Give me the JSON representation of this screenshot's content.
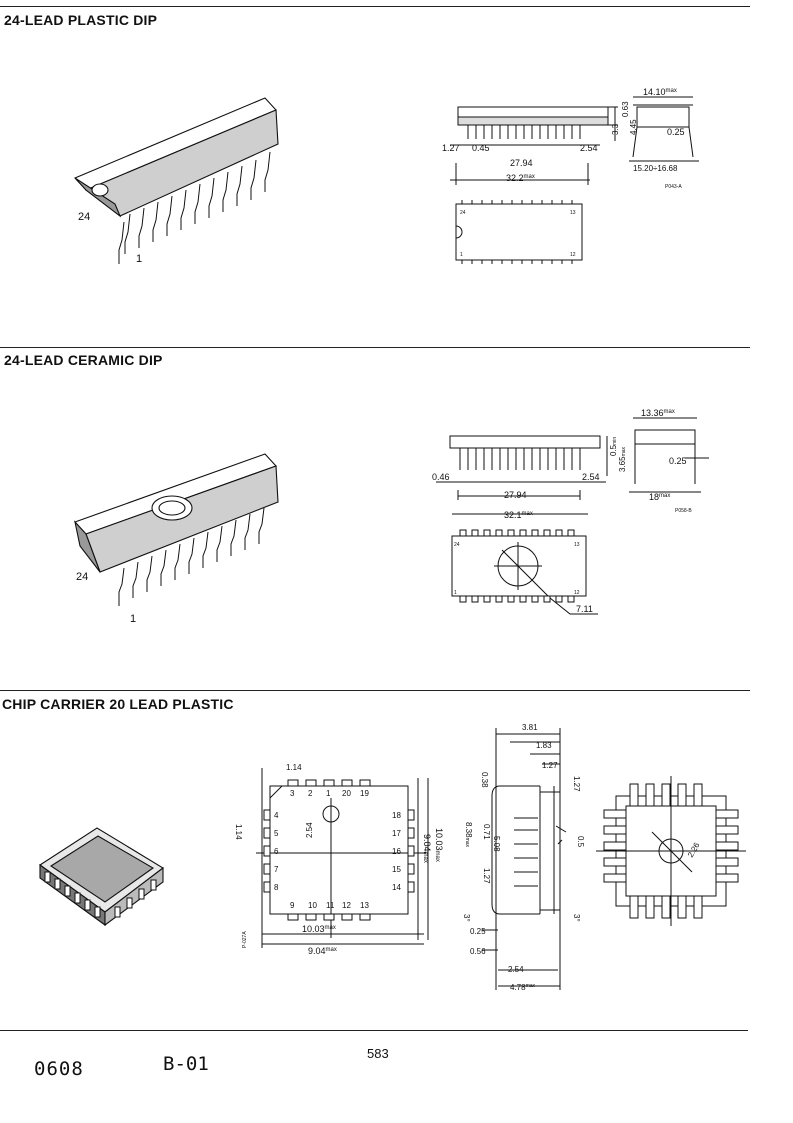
{
  "sections": [
    {
      "title": "24-LEAD PLASTIC DIP",
      "pin_labels": [
        "24",
        "1"
      ],
      "side_dims": {
        "d1": "1.27",
        "d2": "0.45",
        "d3": "27.94",
        "d4": "32.2",
        "d4_sup": "max",
        "d5": "2.54",
        "d6": "0.63",
        "d7": "3.3",
        "d8": "4.45"
      },
      "end_dims": {
        "top": "14.10",
        "top_sup": "max",
        "t": "0.25",
        "w": "15.20÷16.68"
      },
      "top_pins": {
        "p24": "24",
        "p13": "13",
        "p1": "1",
        "p12": "12"
      },
      "code": "P043-A"
    },
    {
      "title": "24-LEAD CERAMIC DIP",
      "pin_labels": [
        "24",
        "1"
      ],
      "side_dims": {
        "d1": "0.46",
        "d3": "27.94",
        "d5": "2.54",
        "d6": "0.5",
        "d6_sup": "min",
        "d7": "3.65",
        "d7_sup": "max"
      },
      "end_dims": {
        "top": "13.36",
        "top_sup": "max",
        "t": "0.25",
        "w": "18",
        "w_sup": "max"
      },
      "top_dims": {
        "len": "32.1",
        "len_sup": "max",
        "win": "7.11"
      },
      "top_pins": {
        "p24": "24",
        "p13": "13",
        "p1": "1",
        "p12": "12"
      },
      "code": "P058-B"
    },
    {
      "title": "CHIP CARRIER 20 LEAD PLASTIC",
      "top_view": {
        "d_114a": "1.14",
        "d_114b": "1.14",
        "d_254": "2.54",
        "d_1003h": "10.03",
        "d_1003v": "10.03",
        "d_904h": "9.04",
        "d_904v": "9.04",
        "sup": "max",
        "code": "P-027A",
        "pins": [
          "3",
          "2",
          "1",
          "20",
          "19",
          "4",
          "5",
          "6",
          "7",
          "8",
          "18",
          "17",
          "16",
          "15",
          "14",
          "9",
          "10",
          "11",
          "12",
          "13"
        ]
      },
      "side_view": {
        "d381": "3.81",
        "d183": "1.83",
        "d127a": "1.27",
        "d127b": "1.27",
        "d038": "0.38",
        "d071": "0.71",
        "d508": "5.08",
        "d127c": "1.27",
        "d838": "8.38",
        "d838_sup": "max",
        "d05": "0.5",
        "d3a": "3°",
        "d3b": "3°",
        "d025": "0.25",
        "d056": "0.56",
        "d254": "2.54",
        "d478": "4.78",
        "d478_sup": "max"
      },
      "bottom_view": {
        "d226": "2.26"
      }
    }
  ],
  "footer": {
    "left": "0608",
    "mid": "B-01",
    "page": "583"
  }
}
